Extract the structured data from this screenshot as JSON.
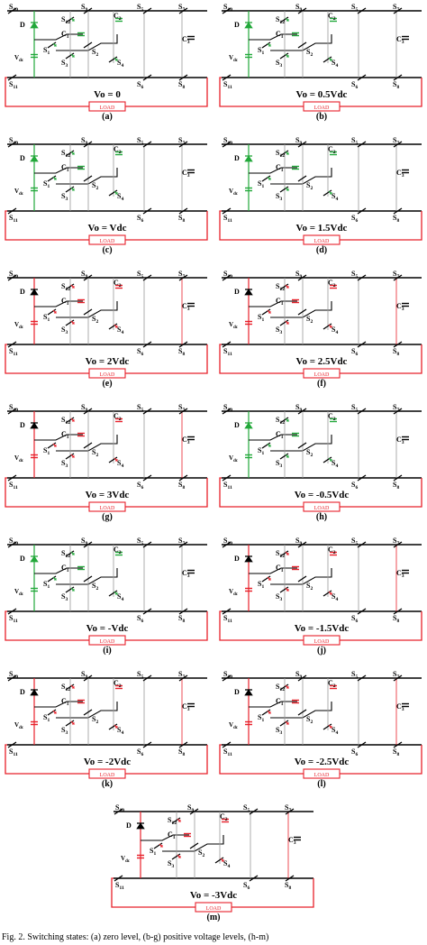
{
  "colors": {
    "black": "#000000",
    "red": "#e8202a",
    "green": "#22a83a",
    "wire_gray": "#9a9a9a",
    "load_fill": "#ffffff"
  },
  "labels": {
    "S10": "S10",
    "S11": "S11",
    "S12": "S12",
    "S9": "S9",
    "S5": "S5",
    "S7": "S7",
    "S6": "S6",
    "S8": "S8",
    "S1": "S1",
    "S2": "S2",
    "S3": "S3",
    "S4": "S4",
    "C1": "C1",
    "C2": "C2",
    "C3": "C3",
    "D": "D",
    "Vdc": "Vdc",
    "load": "LOAD"
  },
  "panels": [
    {
      "id": "a",
      "caption": "(a)",
      "vo": "Vo = 0",
      "theme": "green"
    },
    {
      "id": "b",
      "caption": "(b)",
      "vo": "Vo = 0.5Vdc",
      "theme": "green"
    },
    {
      "id": "c",
      "caption": "(c)",
      "vo": "Vo = Vdc",
      "theme": "green"
    },
    {
      "id": "d",
      "caption": "(d)",
      "vo": "Vo = 1.5Vdc",
      "theme": "green"
    },
    {
      "id": "e",
      "caption": "(e)",
      "vo": "Vo = 2Vdc",
      "theme": "red"
    },
    {
      "id": "f",
      "caption": "(f)",
      "vo": "Vo = 2.5Vdc",
      "theme": "red"
    },
    {
      "id": "g",
      "caption": "(g)",
      "vo": "Vo = 3Vdc",
      "theme": "red"
    },
    {
      "id": "h",
      "caption": "(h)",
      "vo": "Vo = -0.5Vdc",
      "theme": "green"
    },
    {
      "id": "i",
      "caption": "(i)",
      "vo": "Vo = -Vdc",
      "theme": "green"
    },
    {
      "id": "j",
      "caption": "(j)",
      "vo": "Vo = -1.5Vdc",
      "theme": "red"
    },
    {
      "id": "k",
      "caption": "(k)",
      "vo": "Vo = -2Vdc",
      "theme": "red"
    },
    {
      "id": "l",
      "caption": "(l)",
      "vo": "Vo = -2.5Vdc",
      "theme": "red"
    },
    {
      "id": "m",
      "caption": "(m)",
      "vo": "Vo = -3Vdc",
      "theme": "red"
    }
  ],
  "figure_caption": "Fig. 2. Switching states: (a) zero level, (b-g) positive voltage levels, (h-m)"
}
